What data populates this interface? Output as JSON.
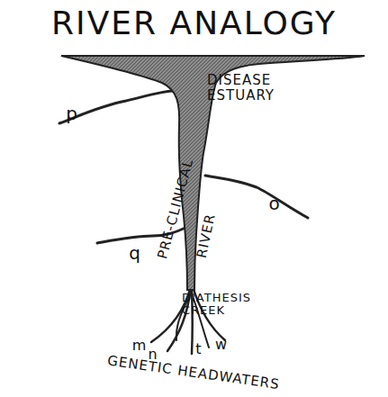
{
  "diagram": {
    "title": "RIVER ANALOGY",
    "labels": [
      "DISEASE ESTUARY",
      "p",
      "o",
      "q",
      "PRE-CLINICAL",
      "RIVER",
      "DIATHESIS CREEK",
      "m",
      "n",
      "t",
      "w",
      "GENETIC HEADWATERS"
    ]
  }
}
